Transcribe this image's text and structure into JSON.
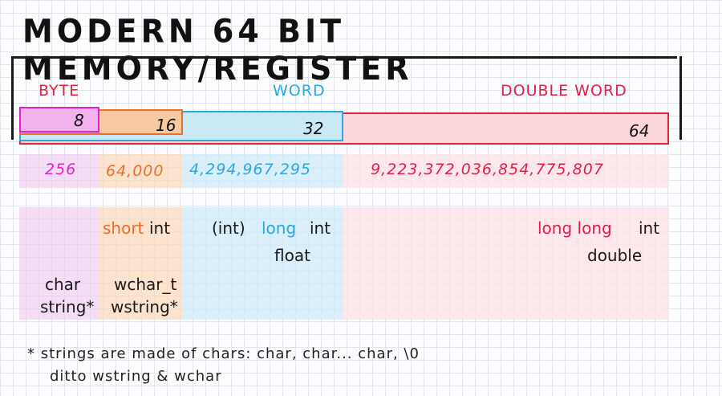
{
  "title": "MODERN 64 BIT MEMORY/REGISTER",
  "labels": {
    "byte": "BYTE",
    "word": "WORD",
    "double_word": "DOUBLE WORD"
  },
  "sizes": {
    "b8": "8",
    "b16": "16",
    "b32": "32",
    "b64": "64"
  },
  "values": {
    "v8": "256",
    "v16": "64,000",
    "v32": "4,294,967,295",
    "v64": "9,223,372,036,854,775,807"
  },
  "types": {
    "short": "short",
    "int16": "int",
    "int_paren": "(int)",
    "long": "long",
    "int32": "int",
    "float": "float",
    "longlong": "long long",
    "int64": "int",
    "double": "double",
    "char": "char",
    "string": "string*",
    "wchar": "wchar_t",
    "wstring": "wstring*"
  },
  "notes": {
    "line1": "* strings are made of chars: char, char... char, \\0",
    "line2": "ditto wstring & wchar"
  },
  "colors": {
    "byte": "#e020c8",
    "short": "#e8702a",
    "word": "#2ea7e0",
    "double_word": "#e01f4a"
  }
}
